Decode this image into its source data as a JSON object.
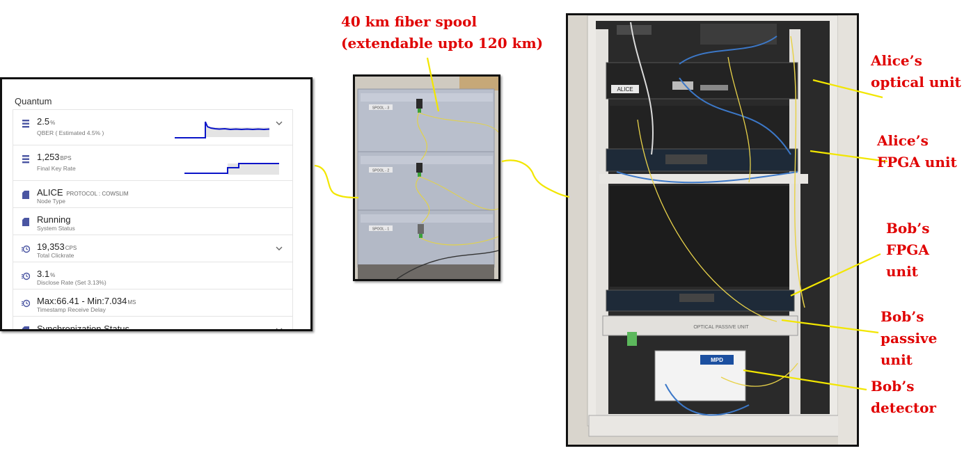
{
  "dashboard": {
    "title": "Quantum",
    "rows": [
      {
        "value": "2.5",
        "unit": "%",
        "sub": "QBER ( Estimated 4.5% )",
        "icon": "stack-icon",
        "expandable": true
      },
      {
        "value": "1,253",
        "unit": "BPS",
        "sub": "Final Key Rate",
        "icon": "stack-icon",
        "expandable": false
      },
      {
        "value": "ALICE",
        "unit": "PROTOCOL : COWSLIM",
        "sub": "Node Type",
        "icon": "sd-card-icon",
        "expandable": false
      },
      {
        "value": "Running",
        "unit": "",
        "sub": "System Status",
        "icon": "sd-card-icon",
        "expandable": false
      },
      {
        "value": "19,353",
        "unit": "CPS",
        "sub": "Total Clickrate",
        "icon": "history-icon",
        "expandable": true
      },
      {
        "value": "3.1",
        "unit": "%",
        "sub": "Disclose Rate (Set 3.13%)",
        "icon": "history-icon",
        "expandable": false
      },
      {
        "value": "Max:66.41 - Min:7.034",
        "unit": "MS",
        "sub": "Timestamp Receive Delay",
        "icon": "history-icon",
        "expandable": false
      },
      {
        "value": "Synchronization Status",
        "unit": "",
        "sub": "",
        "icon": "sd-card-icon",
        "expandable": true
      }
    ]
  },
  "photos": {
    "spool_tags": [
      "SPOOL - 3",
      "SPOOL - 2",
      "SPOOL - 1"
    ],
    "rack_tags": [
      "ALICE",
      "OPTICAL PASSIVE UNIT",
      "MPD"
    ]
  },
  "annotations": {
    "spool_line1": "40 km fiber spool",
    "spool_line2": "(extendable upto 120 km)",
    "alice_optical_1": "Alice’s",
    "alice_optical_2": "optical unit",
    "alice_fpga_1": "Alice’s",
    "alice_fpga_2": "FPGA unit",
    "bob_fpga_1": "Bob’s",
    "bob_fpga_2": "FPGA",
    "bob_fpga_3": "unit",
    "bob_passive_1": "Bob’s",
    "bob_passive_2": "passive",
    "bob_passive_3": "unit",
    "bob_detector_1": "Bob’s",
    "bob_detector_2": "detector"
  },
  "colors": {
    "annotation_red": "#e00000",
    "callout_yellow": "#f2e600",
    "sparkline_blue": "#0a14c8",
    "icon_indigo": "#4a55a2"
  }
}
